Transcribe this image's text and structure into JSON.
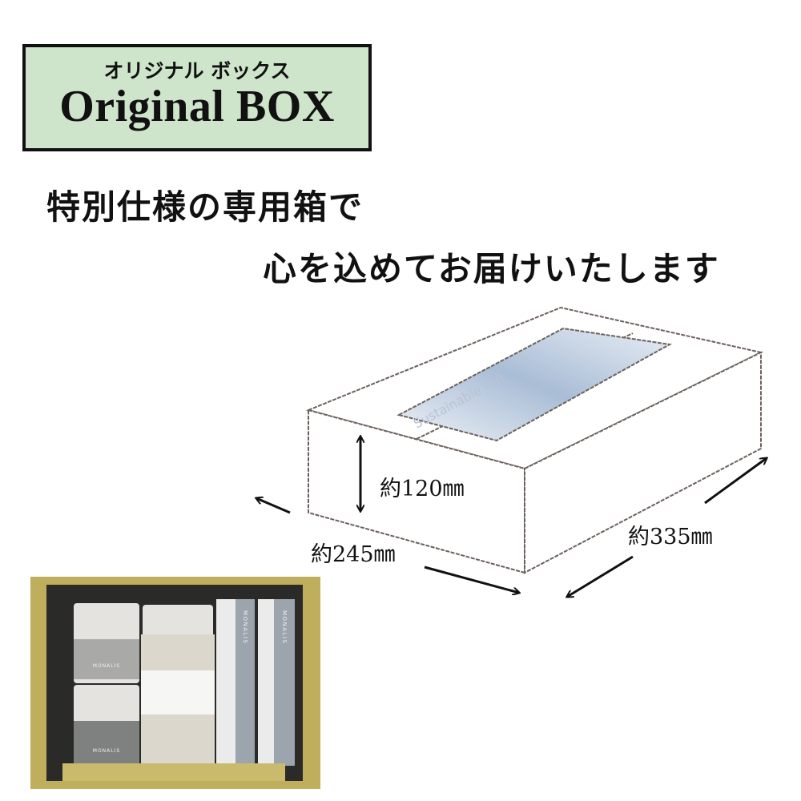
{
  "badge": {
    "subtitle": "オリジナル ボックス",
    "title": "Original BOX",
    "background": "#cfe5cb"
  },
  "headline": {
    "line1": "特別仕様の専用箱で",
    "line2": "心を込めてお届けいたします"
  },
  "dimensions": {
    "height": "約120㎜",
    "width": "約245㎜",
    "length": "約335㎜"
  },
  "box_label": {
    "text": "Sustainable Gift"
  },
  "photo": {
    "description_icon": "box-contents-photo",
    "brand": "MONALIS"
  }
}
